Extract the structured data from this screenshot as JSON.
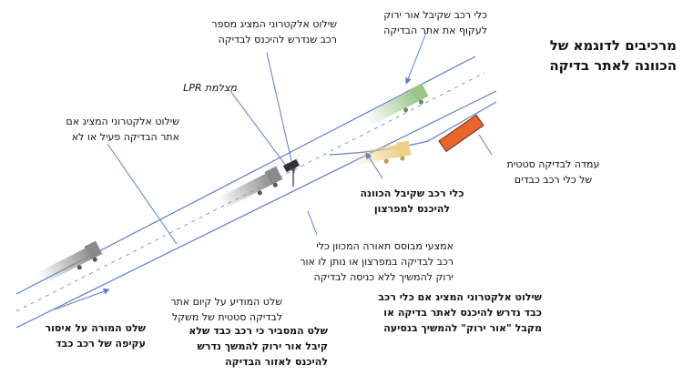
{
  "title": "מרכיבים לדוגמא של\nהכוונה לאתר בדיקה",
  "labels": {
    "lpr_sign": "שילוט אלקטרוני המציג מספר\nרכב שנדרש להיכנס לבדיקה",
    "green_vehicle": "כלי רכב שקיבל אור ירוק\nלעקוף את אתר הבדיקה",
    "lpr_camera": "מצלמת LPR",
    "active_sign": "שילוט אלקטרוני המציג אם\nאתר הבדיקה פעיל או לא",
    "static_station": "עמדה לבדיקה סטטית\nשל כלי רכב כבדים",
    "directed_vehicle": "כלי רכב שקיבל הכוונה\nלהיכנס למפרצון",
    "light_system": "אמצעי מבוסס תאורה המכוון כלי\nרכב לבדיקה במפרצון או נותן לו אור\nירוק להמשיך ללא כניסה לבדיקה",
    "static_check_sign": "שלט המודיע על קיום אתר\nלבדיקה סטטית של משקל",
    "no_bypass_sign": "שלט המורה על איסור\nעקיפה של רכב כבד",
    "green_explain_sign": "שלט המסביר כי רכב כבד שלא\nקיבל אור ירוק להמשך נדרש\nלהיכנס לאזור הבדיקה",
    "electronic_decision_sign": "שילוט אלקטרוני המציג אם כלי רכב\nכבד נדרש להיכנס לאתר בדיקה או\nמקבל \"אור ירוק\" להמשיך בנסיעה"
  },
  "colors": {
    "road_line": "#5b7fc4",
    "pointer": "#5b7fc4",
    "station": "#e8652c",
    "truck_gray": "#8a8a8a",
    "truck_green": "#9cc58a",
    "truck_yellow": "#efd08a"
  }
}
